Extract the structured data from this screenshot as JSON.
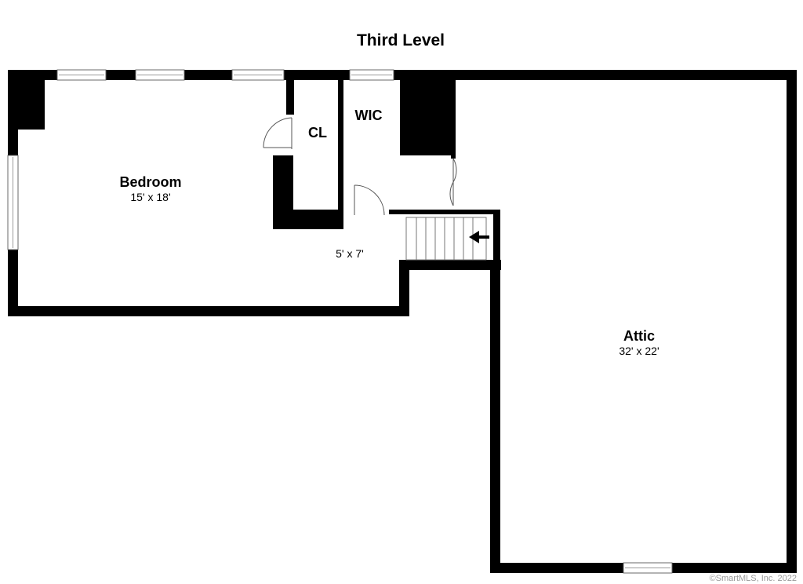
{
  "title": "Third Level",
  "rooms": {
    "bedroom": {
      "name": "Bedroom",
      "dims": "15' x 18'"
    },
    "closet": {
      "name": "CL"
    },
    "wic": {
      "name": "WIC"
    },
    "hall": {
      "dims": "5' x 7'"
    },
    "attic": {
      "name": "Attic",
      "dims": "32' x 22'"
    }
  },
  "copyright": "©SmartMLS, Inc. 2022",
  "colors": {
    "wall": "#000000",
    "background": "#ffffff",
    "copyright": "#9a9a9a"
  }
}
